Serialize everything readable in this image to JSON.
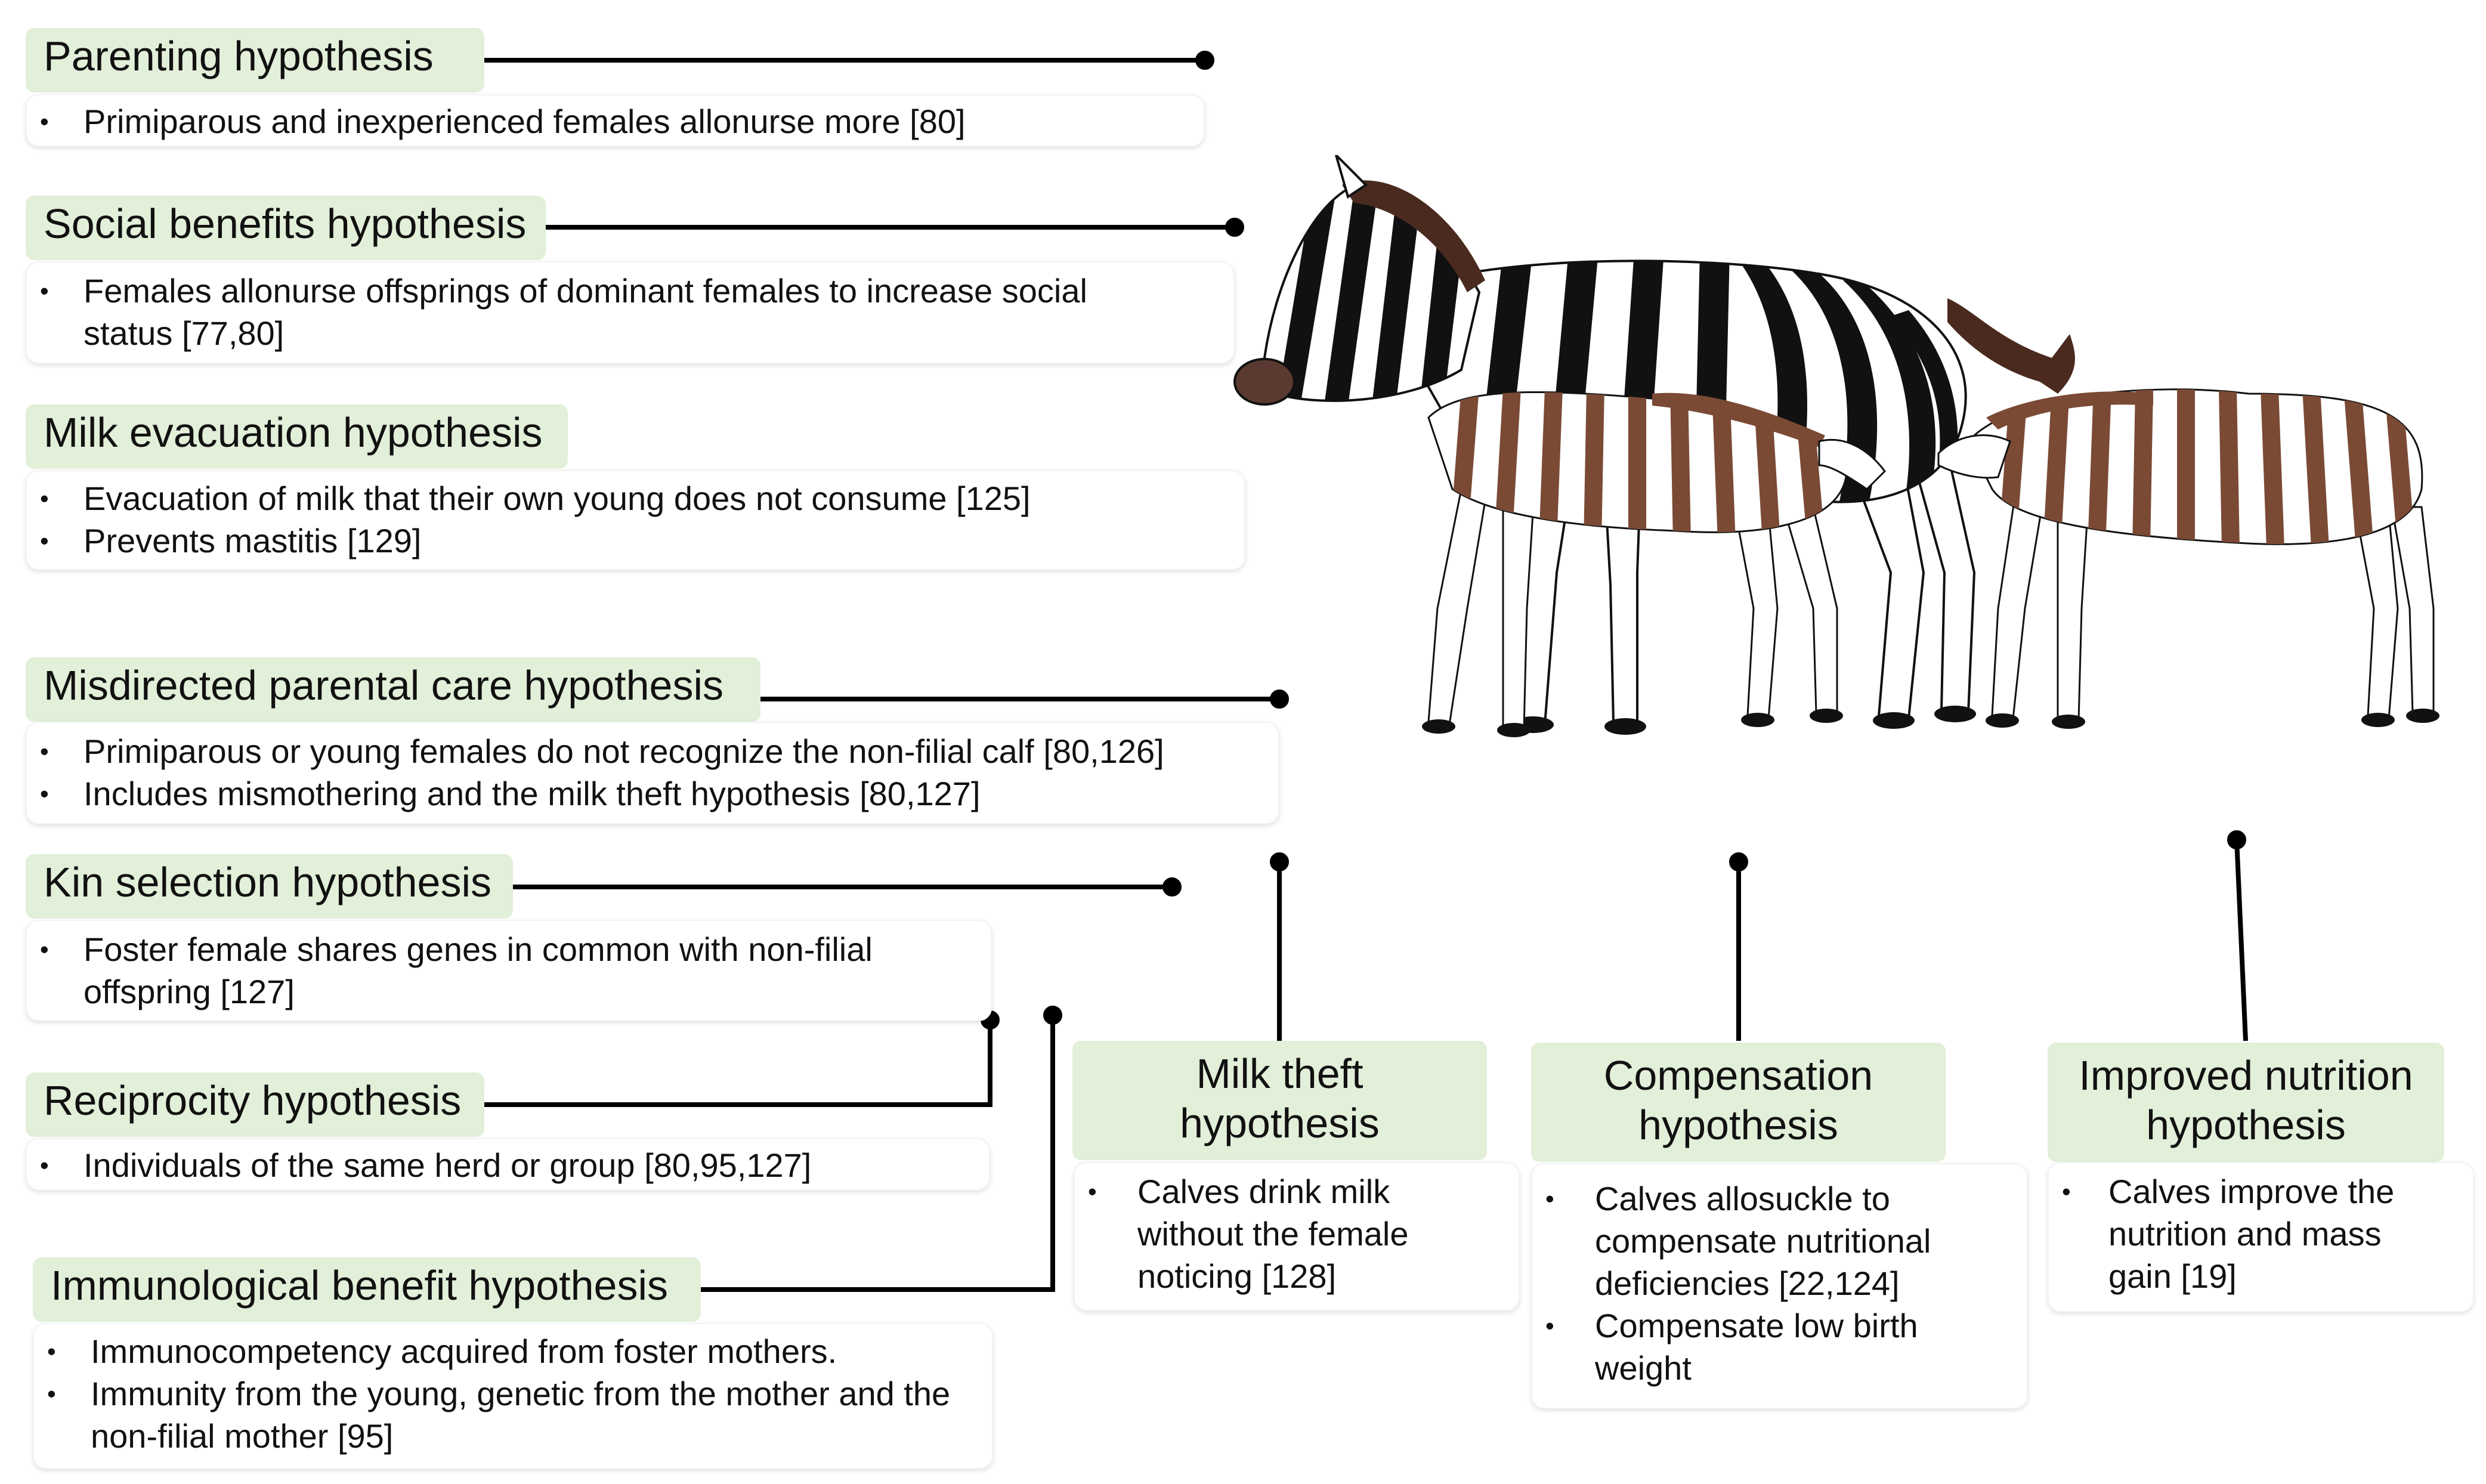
{
  "hypotheses": [
    {
      "id": "parenting",
      "title": "Parenting hypothesis",
      "bullets": [
        "Primiparous and inexperienced females allonurse more [80]"
      ]
    },
    {
      "id": "social",
      "title": "Social benefits hypothesis",
      "bullets": [
        "Females allonurse offsprings of dominant females to increase social status [77,80]"
      ]
    },
    {
      "id": "milk-evac",
      "title": "Milk evacuation hypothesis",
      "bullets": [
        "Evacuation of milk that their own young does not consume [125]",
        "Prevents mastitis [129]"
      ]
    },
    {
      "id": "misdirected",
      "title": "Misdirected parental care hypothesis",
      "bullets": [
        "Primiparous or young females do not recognize the non-filial calf [80,126]",
        "Includes mismothering and the milk theft hypothesis [80,127]"
      ]
    },
    {
      "id": "kin",
      "title": "Kin selection hypothesis",
      "bullets": [
        "Foster female shares genes in common with non-filial offspring [127]"
      ]
    },
    {
      "id": "reciprocity",
      "title": "Reciprocity hypothesis",
      "bullets": [
        "Individuals of the same herd or group [80,95,127]"
      ]
    },
    {
      "id": "immuno",
      "title": "Immunological benefit  hypothesis",
      "bullets": [
        "Immunocompetency acquired from foster mothers.",
        "Immunity from the young, genetic from the mother and the non-filial mother [95]"
      ]
    },
    {
      "id": "milk-theft",
      "title": "Milk theft hypothesis",
      "bullets": [
        "Calves drink milk without the female noticing [128]"
      ]
    },
    {
      "id": "compensation",
      "title": "Compensation hypothesis",
      "bullets": [
        "Calves allosuckle to compensate nutritional deficiencies [22,124]",
        "Compensate low birth weight"
      ]
    },
    {
      "id": "nutrition",
      "title": "Improved nutrition hypothesis",
      "bullets": [
        "Calves improve the nutrition and mass gain [19]"
      ]
    }
  ],
  "colors": {
    "title_bg": "#e2efd9",
    "line": "#000000",
    "zebra_dark": "#4a2a1f",
    "foal_stripe": "#7a4a35"
  }
}
